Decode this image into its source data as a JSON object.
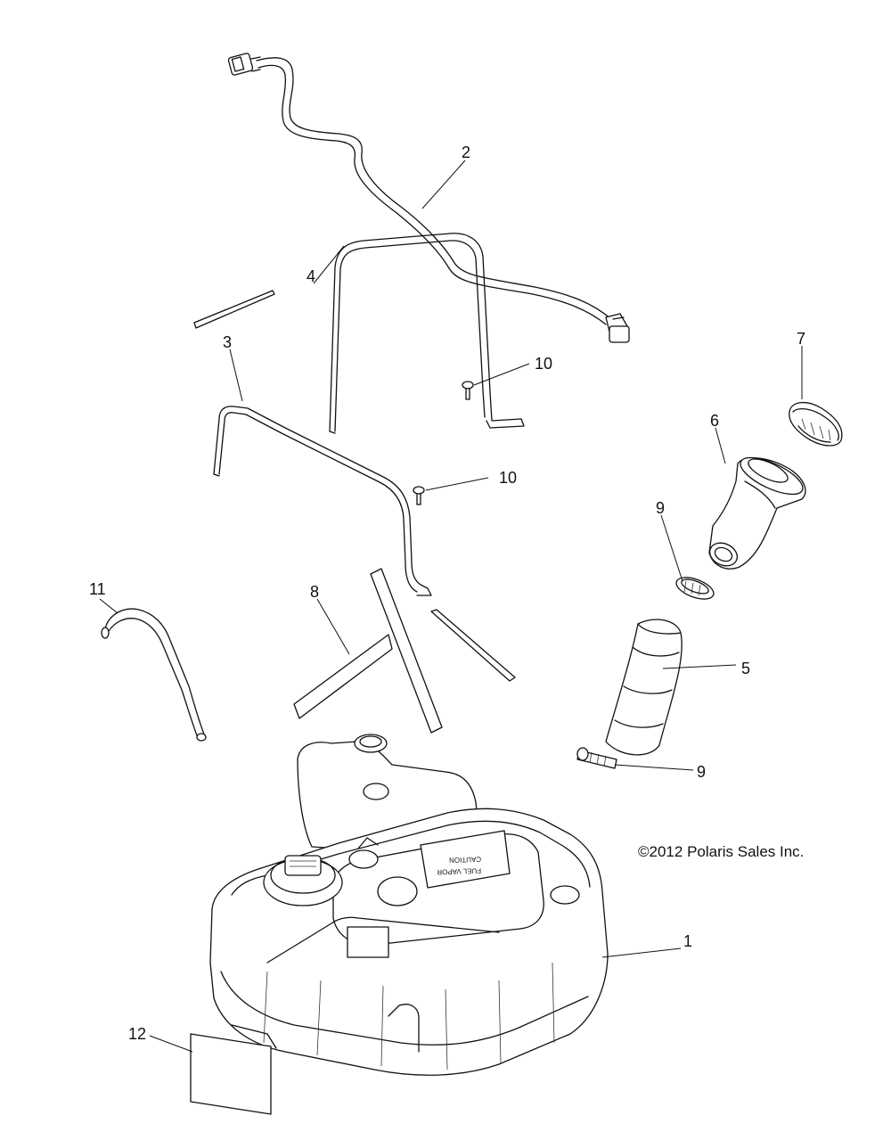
{
  "callouts": [
    "1",
    "2",
    "3",
    "4",
    "5",
    "6",
    "7",
    "8",
    "9",
    "9",
    "10",
    "10",
    "11",
    "12"
  ],
  "copyright": "©2012 Polaris Sales Inc."
}
